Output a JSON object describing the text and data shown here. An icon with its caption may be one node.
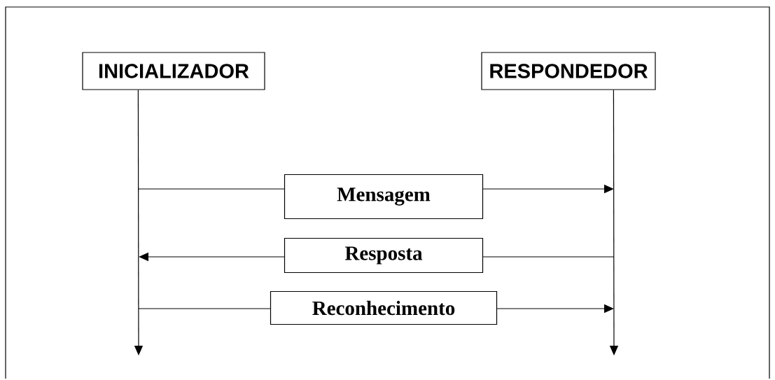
{
  "diagram": {
    "nodes": [
      {
        "text": [
          "INICIALIZADOR"
        ]
      },
      {
        "text": [
          "RESPONDEDOR"
        ]
      },
      {
        "text": [
          "Mensagem"
        ]
      },
      {
        "text": [
          "Resposta"
        ]
      },
      {
        "text": [
          "Reconhecimento"
        ]
      }
    ],
    "edges": [
      {
        "from": 0,
        "to": null,
        "arrow": "to"
      },
      {
        "from": 1,
        "to": null,
        "arrow": "to"
      },
      {
        "from": null,
        "to": 2,
        "arrow": "none"
      },
      {
        "from": 2,
        "to": null,
        "arrow": "to"
      },
      {
        "from": null,
        "to": 3,
        "arrow": "none"
      },
      {
        "from": 3,
        "to": null,
        "arrow": "to"
      },
      {
        "from": null,
        "to": 4,
        "arrow": "none"
      },
      {
        "from": 4,
        "to": null,
        "arrow": "to"
      }
    ]
  }
}
